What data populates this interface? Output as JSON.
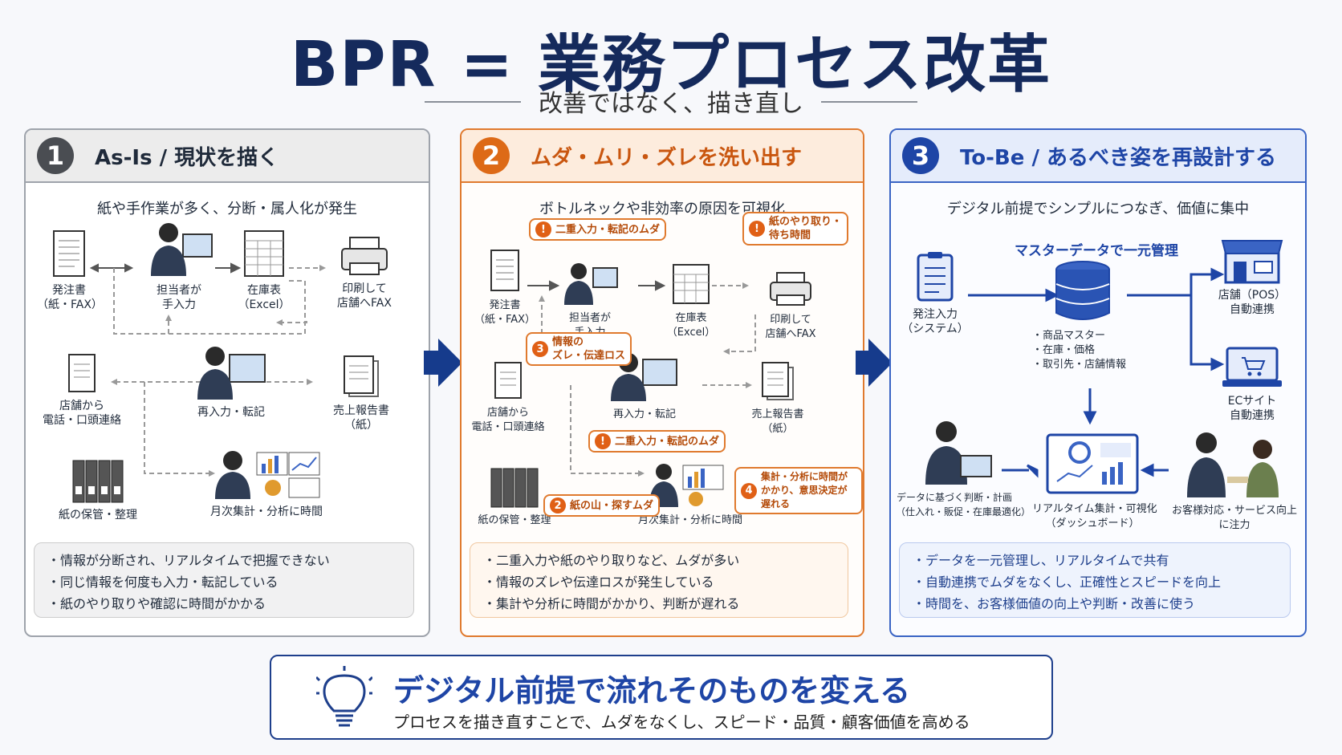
{
  "title": "BPR = 業務プロセス改革",
  "subtitle": "改善ではなく、描き直し",
  "panels": [
    {
      "num": "1",
      "title": "As-Is / 現状を描く",
      "lead": "紙や手作業が多く、分断・属人化が発生",
      "items": {
        "order": [
          "発注書",
          "（紙・FAX）"
        ],
        "staff": [
          "担当者が",
          "手入力"
        ],
        "stock": [
          "在庫表",
          "（Excel）"
        ],
        "print": [
          "印刷して",
          "店舗へFAX"
        ],
        "phone": [
          "店舗から",
          "電話・口頭連絡"
        ],
        "reenter": [
          "再入力・転記"
        ],
        "report": [
          "売上報告書",
          "（紙）"
        ],
        "binder": [
          "紙の保管・整理"
        ],
        "monthly": [
          "月次集計・分析に時間"
        ]
      },
      "bullets": [
        "情報が分断され、リアルタイムで把握できない",
        "同じ情報を何度も入力・転記している",
        "紙のやり取りや確認に時間がかかる"
      ]
    },
    {
      "num": "2",
      "title": "ムダ・ムリ・ズレを洗い出す",
      "lead": "ボトルネックや非効率の原因を可視化",
      "items": {
        "order": [
          "発注書",
          "（紙・FAX）"
        ],
        "staff": [
          "担当者が",
          "手入力"
        ],
        "stock": [
          "在庫表",
          "（Excel）"
        ],
        "print": [
          "印刷して",
          "店舗へFAX"
        ],
        "phone": [
          "店舗から",
          "電話・口頭連絡"
        ],
        "reenter": [
          "再入力・転記"
        ],
        "report": [
          "売上報告書",
          "（紙）"
        ],
        "binder": [
          "紙の保管・整理"
        ],
        "monthly": [
          "月次集計・分析に時間"
        ]
      },
      "callouts": [
        {
          "badge": "!",
          "text": "二重入力・転記のムダ"
        },
        {
          "badge": "!",
          "text": "紙のやり取り・\n待ち時間"
        },
        {
          "badge": "3",
          "text": "情報の\nズレ・伝達ロス"
        },
        {
          "badge": "!",
          "text": "二重入力・転記のムダ"
        },
        {
          "badge": "2",
          "text": "紙の山・探すムダ"
        },
        {
          "badge": "4",
          "text": "集計・分析に時間が\nかかり、意思決定が遅れる"
        }
      ],
      "bullets": [
        "二重入力や紙のやり取りなど、ムダが多い",
        "情報のズレや伝達ロスが発生している",
        "集計や分析に時間がかかり、判断が遅れる"
      ]
    },
    {
      "num": "3",
      "title": "To-Be / あるべき姿を再設計する",
      "lead": "デジタル前提でシンプルにつなぎ、価値に集中",
      "master_label": "マスターデータで一元管理",
      "items": {
        "order": [
          "発注入力",
          "（システム）"
        ],
        "db": [
          "・商品マスター",
          "・在庫・価格",
          "・取引先・店舗情報"
        ],
        "pos": [
          "店舗（POS）",
          "自動連携"
        ],
        "ec": [
          "ECサイト",
          "自動連携"
        ],
        "decision": [
          "データに基づく判断・計画",
          "（仕入れ・販促・在庫最適化）"
        ],
        "dashboard": [
          "リアルタイム集計・可視化",
          "（ダッシュボード）"
        ],
        "service": [
          "お客様対応・サービス向上",
          "に注力"
        ]
      },
      "bullets": [
        "データを一元管理し、リアルタイムで共有",
        "自動連携でムダをなくし、正確性とスピードを向上",
        "時間を、お客様価値の向上や判断・改善に使う"
      ]
    }
  ],
  "footer": {
    "headline": "デジタル前提で流れそのものを変える",
    "sub": "プロセスを描き直すことで、ムダをなくし、スピード・品質・顧客価値を高める"
  },
  "colors": {
    "navy": "#152a5c",
    "orange": "#e07a2e",
    "blue": "#1e45a6",
    "gray": "#9ea3ab"
  }
}
